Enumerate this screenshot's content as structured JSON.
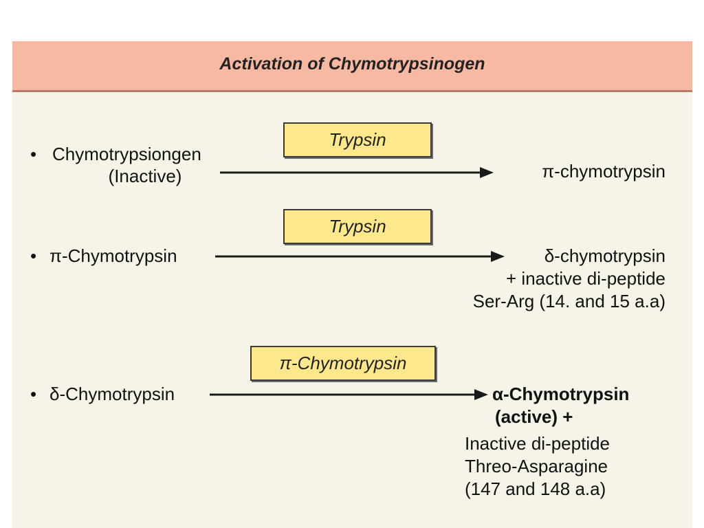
{
  "title": "Activation of Chymotrypsinogen",
  "steps": [
    {
      "bullet": "•",
      "substrate_lines": [
        "Chymotrypsiongen",
        "(Inactive)"
      ],
      "enzyme": "Trypsin",
      "product_lines": [
        "π-chymotrypsin"
      ]
    },
    {
      "bullet": "•",
      "substrate_lines": [
        "π-Chymotrypsin"
      ],
      "enzyme": "Trypsin",
      "product_lines": [
        "δ-chymotrypsin",
        "+ inactive di-peptide",
        "Ser-Arg (14. and 15 a.a)"
      ]
    },
    {
      "bullet": "•",
      "substrate_lines": [
        "δ-Chymotrypsin"
      ],
      "enzyme": "π-Chymotrypsin",
      "product_lines": [
        "α-Chymotrypsin",
        "(active) +",
        "Inactive di-peptide",
        "Threo-Asparagine",
        "(147 and 148 a.a)"
      ]
    }
  ],
  "colors": {
    "header_bg": "#f7b9a1",
    "panel_bg": "#f6f4e9",
    "enzyme_box_bg": "#fde98b"
  }
}
